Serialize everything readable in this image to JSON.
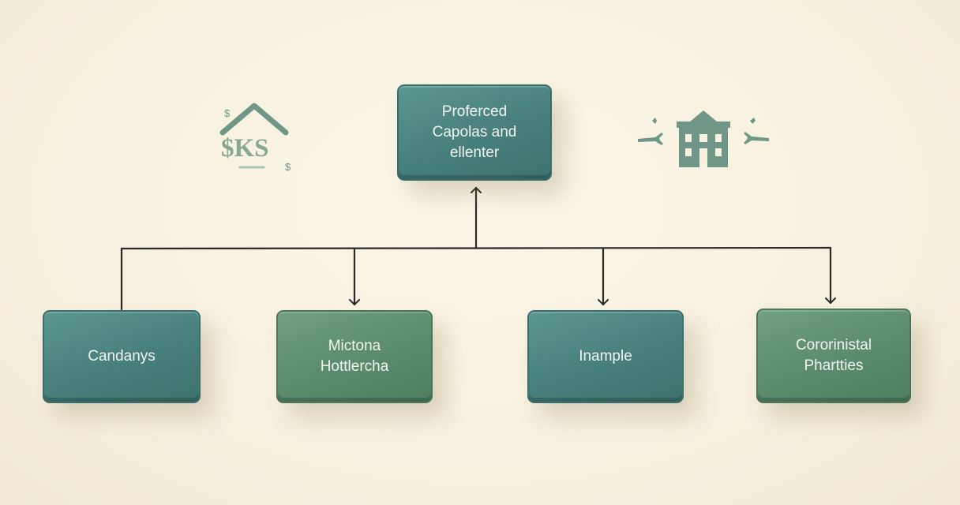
{
  "colors": {
    "background": "#f7f1e0",
    "teal_box": "#477f7c",
    "green_box": "#5a8b6c",
    "line": "#2b2b2b",
    "icon": "#6f9686"
  },
  "icons": {
    "left": "house-dollar-icon",
    "right": "bank-building-icon"
  },
  "money_icon": {
    "text": "$KS",
    "dollar_a": "$",
    "dollar_b": "$"
  },
  "nodes": {
    "top": {
      "label": "Proferced\nCapolas and\nellenter",
      "color": "teal"
    },
    "children": [
      {
        "label": "Candanys",
        "color": "teal"
      },
      {
        "label": "Mictona\nHottlercha",
        "color": "green"
      },
      {
        "label": "Inample",
        "color": "teal"
      },
      {
        "label": "Cororinistal\nPhartties",
        "color": "green"
      }
    ]
  }
}
